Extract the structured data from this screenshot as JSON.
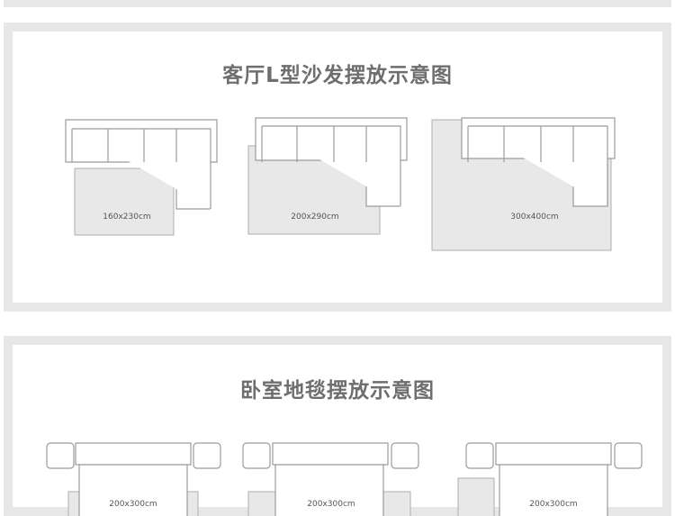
{
  "sections": {
    "living": {
      "title": "客厅L型沙发摆放示意图",
      "rugs": [
        {
          "label": "160x230cm"
        },
        {
          "label": "200x290cm"
        },
        {
          "label": "300x400cm"
        }
      ]
    },
    "bedroom": {
      "title": "卧室地毯摆放示意图",
      "rugs": [
        {
          "label": "200x300cm"
        },
        {
          "label": "200x300cm"
        },
        {
          "label": "200x300cm"
        }
      ]
    }
  },
  "colors": {
    "frame": "#e6e7e6",
    "rug": "#e7e8e7",
    "title": "#6e6e6e",
    "outline": "#9a9c9a"
  }
}
